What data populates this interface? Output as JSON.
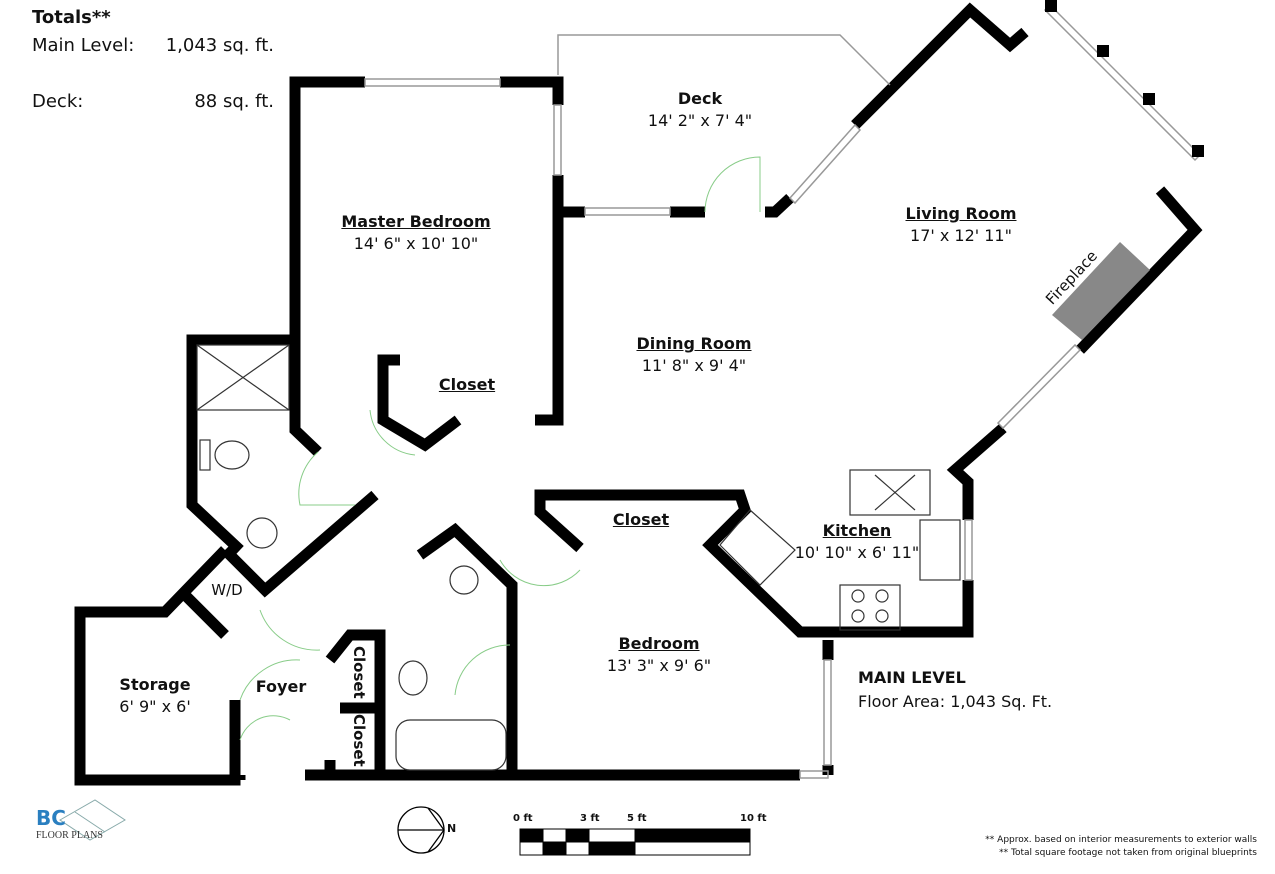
{
  "totals": {
    "title": "Totals**",
    "rows": [
      {
        "label": "Main Level:",
        "value": "1,043 sq. ft."
      },
      {
        "label": "Deck:",
        "value": "88 sq. ft."
      }
    ]
  },
  "rooms": {
    "deck": {
      "name": "Deck",
      "size": "14' 2\" x 7' 4\""
    },
    "master_bedroom": {
      "name": "Master Bedroom",
      "size": "14' 6\" x 10' 10\""
    },
    "living_room": {
      "name": "Living Room",
      "size": "17' x 12' 11\""
    },
    "dining_room": {
      "name": "Dining Room",
      "size": "11' 8\" x 9' 4\""
    },
    "master_closet": {
      "name": "Closet"
    },
    "bedroom_closet": {
      "name": "Closet"
    },
    "kitchen": {
      "name": "Kitchen",
      "size": "10' 10\" x 6' 11\""
    },
    "bedroom": {
      "name": "Bedroom",
      "size": "13' 3\" x 9' 6\""
    },
    "storage": {
      "name": "Storage",
      "size": "6' 9\" x 6'"
    },
    "foyer": {
      "name": "Foyer"
    },
    "wd": {
      "name": "W/D"
    },
    "fireplace": {
      "name": "Fireplace"
    },
    "foyer_closet_1": {
      "name": "Closet"
    },
    "foyer_closet_2": {
      "name": "Closet"
    }
  },
  "main_level": {
    "title": "MAIN LEVEL",
    "area": "Floor Area: 1,043 Sq. Ft."
  },
  "scale": {
    "ticks": [
      "0 ft",
      "3 ft",
      "5 ft",
      "10 ft"
    ]
  },
  "compass": {
    "label": "N"
  },
  "logo": {
    "mark": "BC",
    "text": "FLOOR PLANS"
  },
  "footnotes": [
    "** Approx. based on interior measurements to exterior walls",
    "** Total square footage not taken from original blueprints"
  ]
}
